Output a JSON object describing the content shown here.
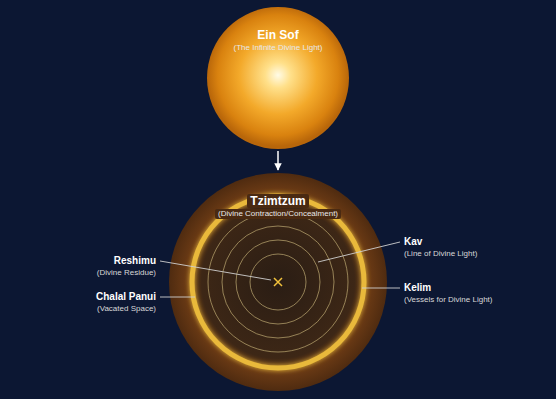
{
  "diagram": {
    "nodes": [
      {
        "text": [
          "Ein Sof",
          "(The Infinite Divine Light)"
        ]
      },
      {
        "text": [
          "Tzimtzum",
          "(Divine Contraction/Concealment)"
        ]
      }
    ],
    "edges": [
      {
        "from": 0,
        "to": 1,
        "arrow": "to"
      }
    ],
    "labels": [
      "Reshimu",
      "(Divine Residue)",
      "Chalal Panui",
      "(Vacated Space)",
      "Kav",
      "(Line of Divine Light)",
      "Kelim",
      "(Vessels for Divine Light)"
    ]
  }
}
